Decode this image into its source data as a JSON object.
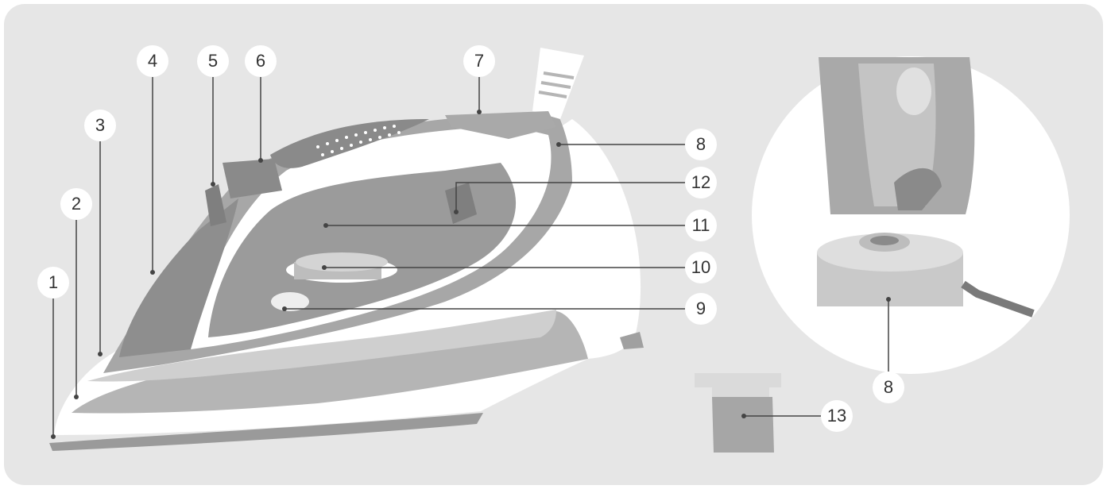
{
  "colors": {
    "background": "#e6e6e6",
    "panel": "#ffffff",
    "body_dark": "#8f8f8f",
    "body_mid": "#a9a9a9",
    "body_light": "#c6c6c6",
    "soleplate": "#9a9a9a",
    "leader": "#444444",
    "label_fill": "#ffffff",
    "label_text": "#333333"
  },
  "callouts": [
    {
      "id": "1",
      "text": "1"
    },
    {
      "id": "2",
      "text": "2"
    },
    {
      "id": "3",
      "text": "3"
    },
    {
      "id": "4",
      "text": "4"
    },
    {
      "id": "5",
      "text": "5"
    },
    {
      "id": "6",
      "text": "6"
    },
    {
      "id": "7",
      "text": "7"
    },
    {
      "id": "8a",
      "text": "8"
    },
    {
      "id": "12",
      "text": "12"
    },
    {
      "id": "11",
      "text": "11"
    },
    {
      "id": "10",
      "text": "10"
    },
    {
      "id": "9",
      "text": "9"
    },
    {
      "id": "8b",
      "text": "8"
    },
    {
      "id": "13",
      "text": "13"
    }
  ],
  "icons": {
    "main": "steam-iron-illustration",
    "detail": "iron-base-detail-illustration",
    "accessory": "water-cup-illustration"
  }
}
